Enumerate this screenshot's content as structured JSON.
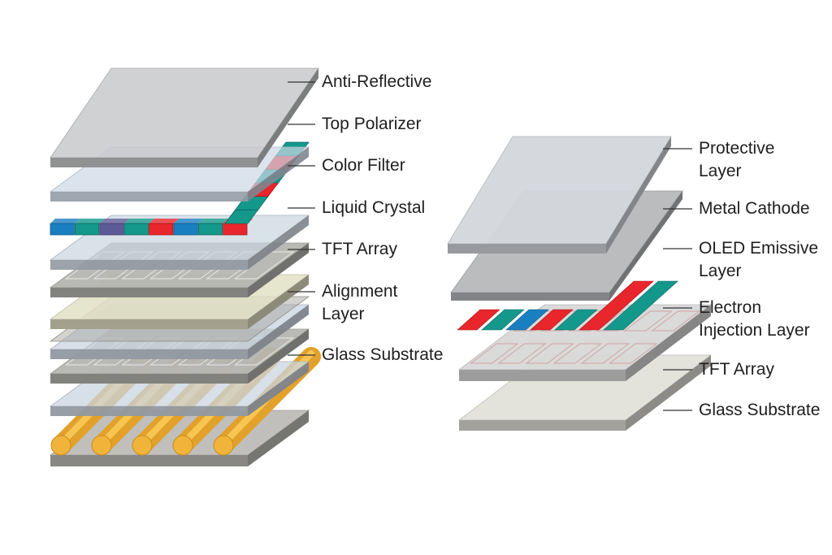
{
  "diagram": {
    "lcd_stack": {
      "labels": [
        "Anti-Reflective",
        "Top Polarizer",
        "Color Filter",
        "Liquid Crystal",
        "TFT Array",
        "Alignment",
        "Layer",
        "Glass Substrate"
      ]
    },
    "oled_stack": {
      "labels": [
        "Protective",
        "Layer",
        "Metal Cathode",
        "OLED Emissive",
        "Layer",
        "Electron",
        "Injection Layer",
        "TFT Array",
        "Glass Substrate"
      ]
    }
  },
  "colors": {
    "red": "#e8262b",
    "green": "#15988c",
    "blue": "#1a7fc0",
    "purple": "#5d5b95",
    "gold": "#f2b02f",
    "glass": "#c9d4e0",
    "gray": "#b7b7b5",
    "ink": "#1e1e1e"
  }
}
